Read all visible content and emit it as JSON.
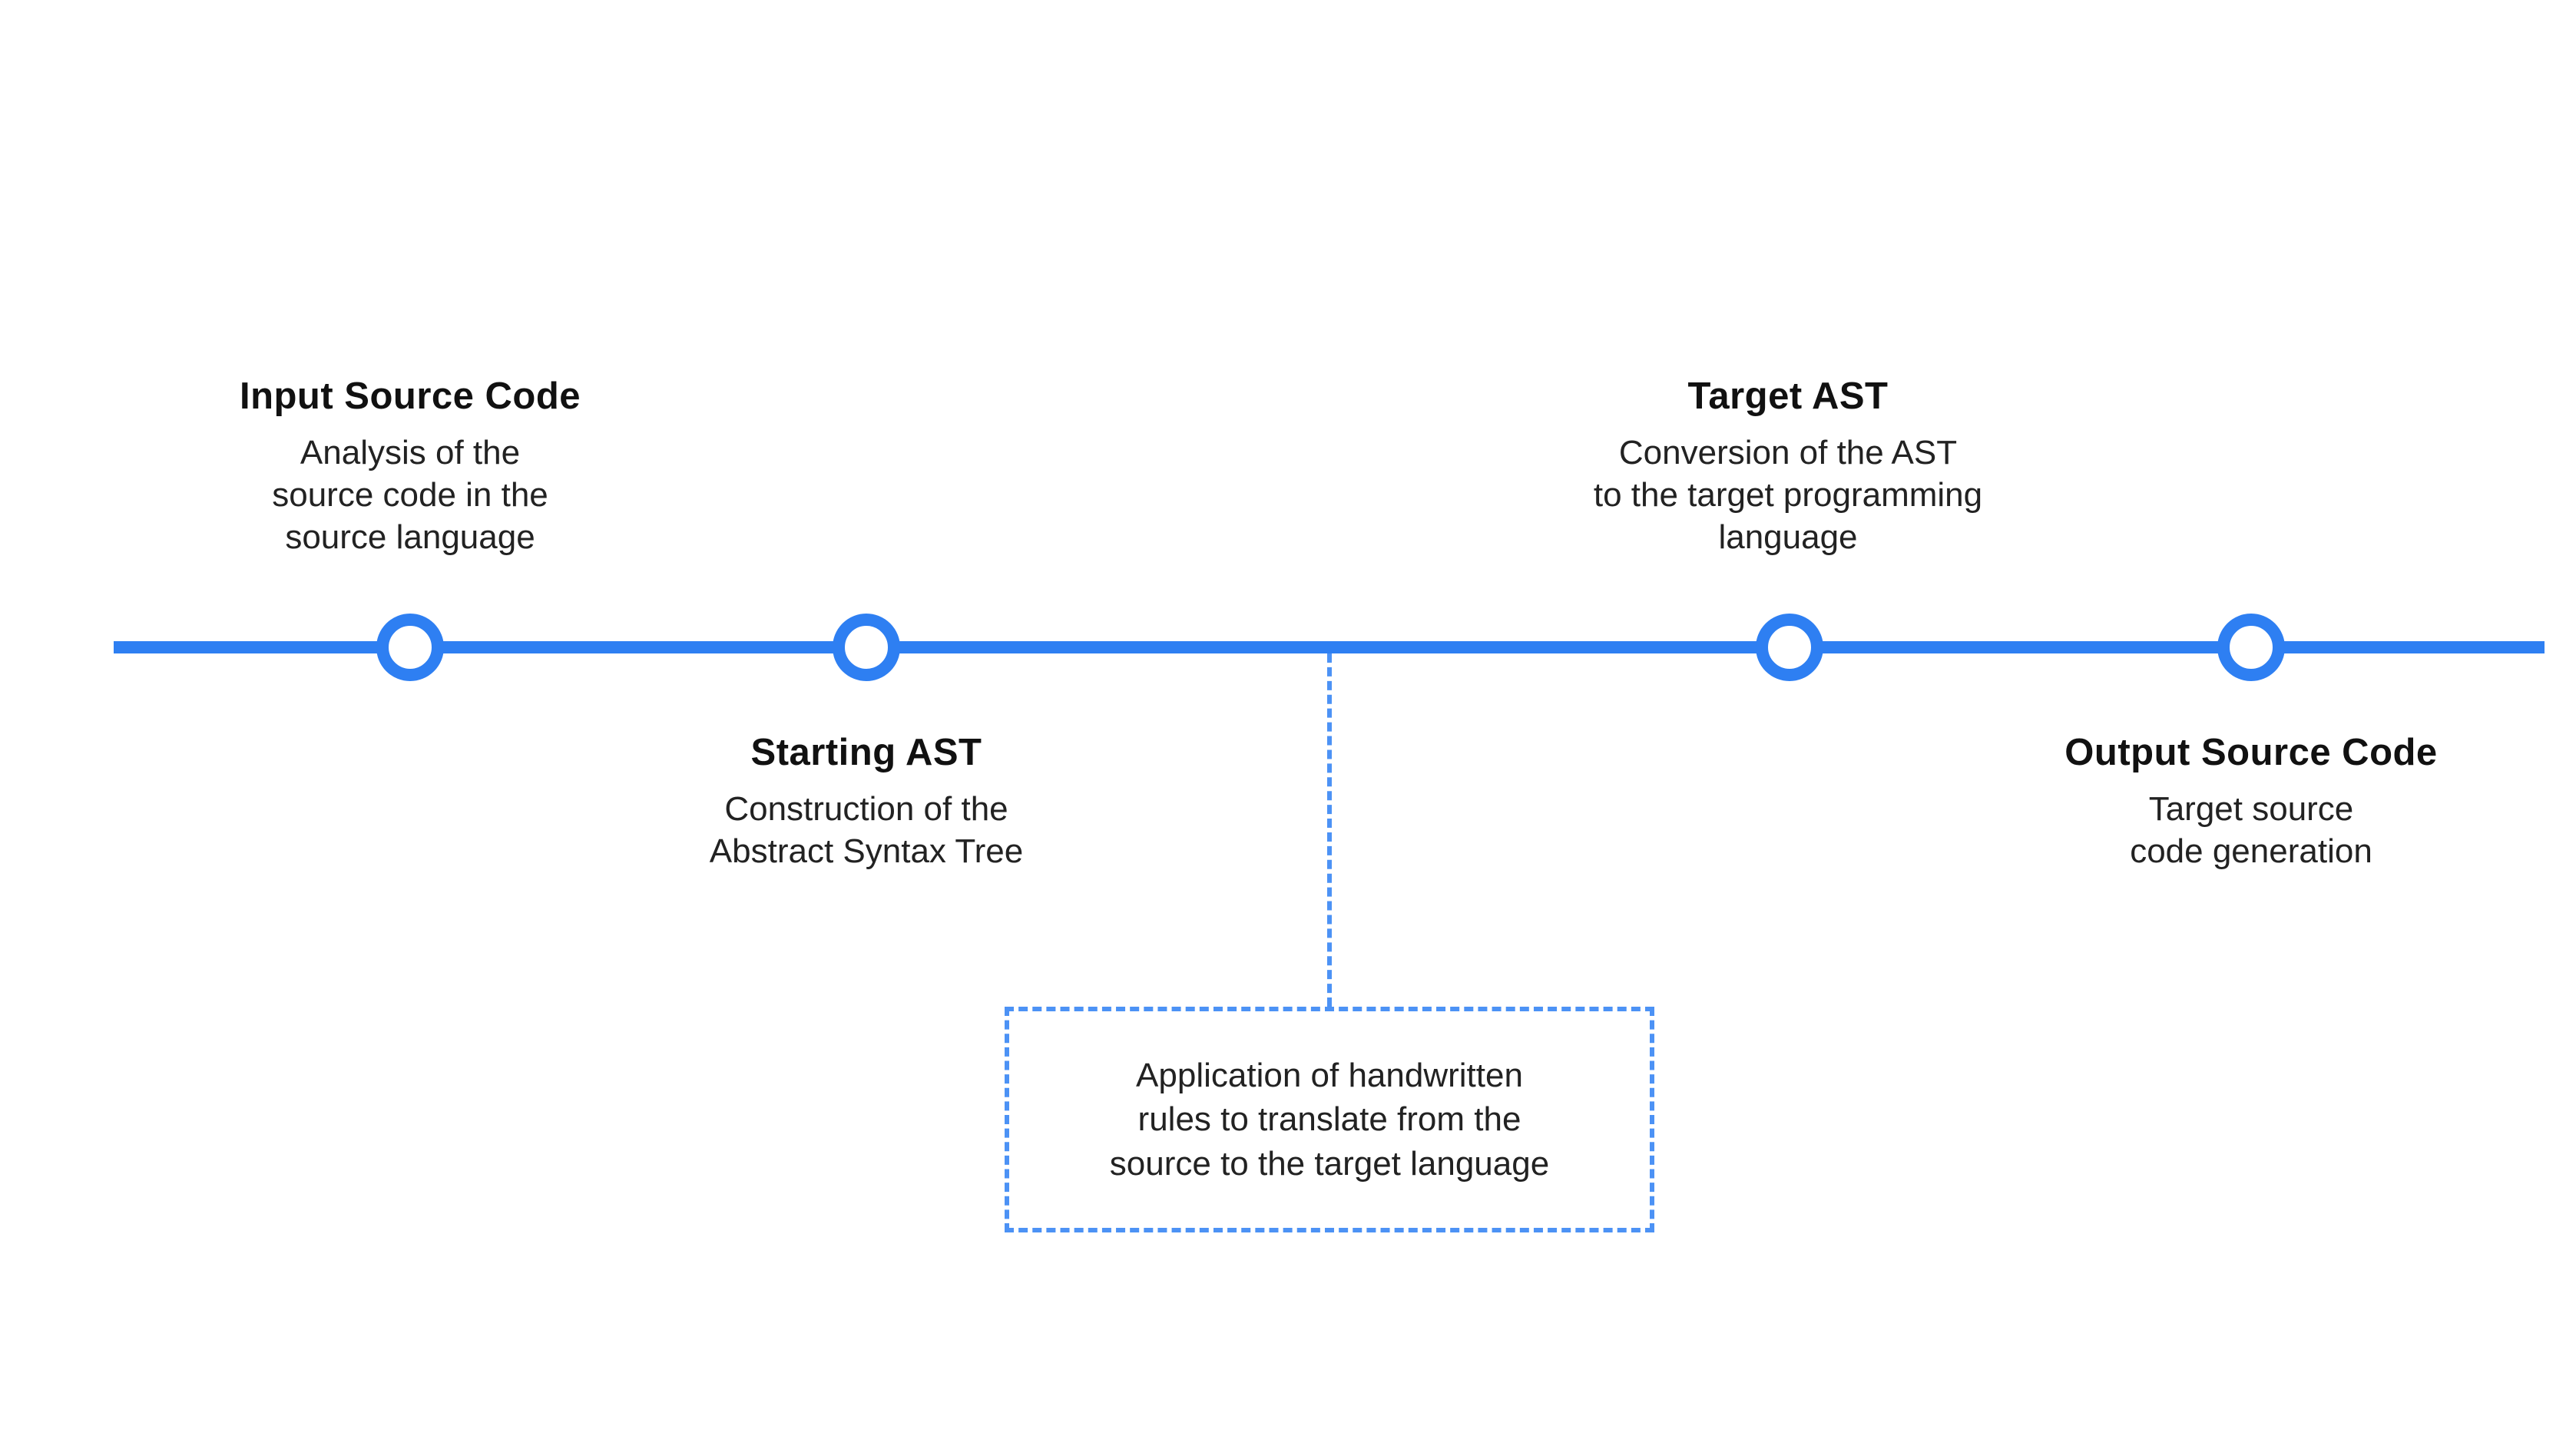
{
  "colors": {
    "accent": "#2e7ff2",
    "dashed": "#4c92f5"
  },
  "diagram": {
    "type": "timeline",
    "steps": [
      {
        "title": "Input Source Code",
        "description": "Analysis of the\nsource code in the\nsource language",
        "label_position": "above"
      },
      {
        "title": "Starting AST",
        "description": "Construction of the\nAbstract Syntax Tree",
        "label_position": "below"
      },
      {
        "title": "Target AST",
        "description": "Conversion of the AST\nto the target programming\nlanguage",
        "label_position": "above"
      },
      {
        "title": "Output Source Code",
        "description": "Target source\ncode generation",
        "label_position": "below"
      }
    ],
    "callout": {
      "text": "Application of handwritten\nrules to translate from the\nsource to the target language"
    }
  }
}
